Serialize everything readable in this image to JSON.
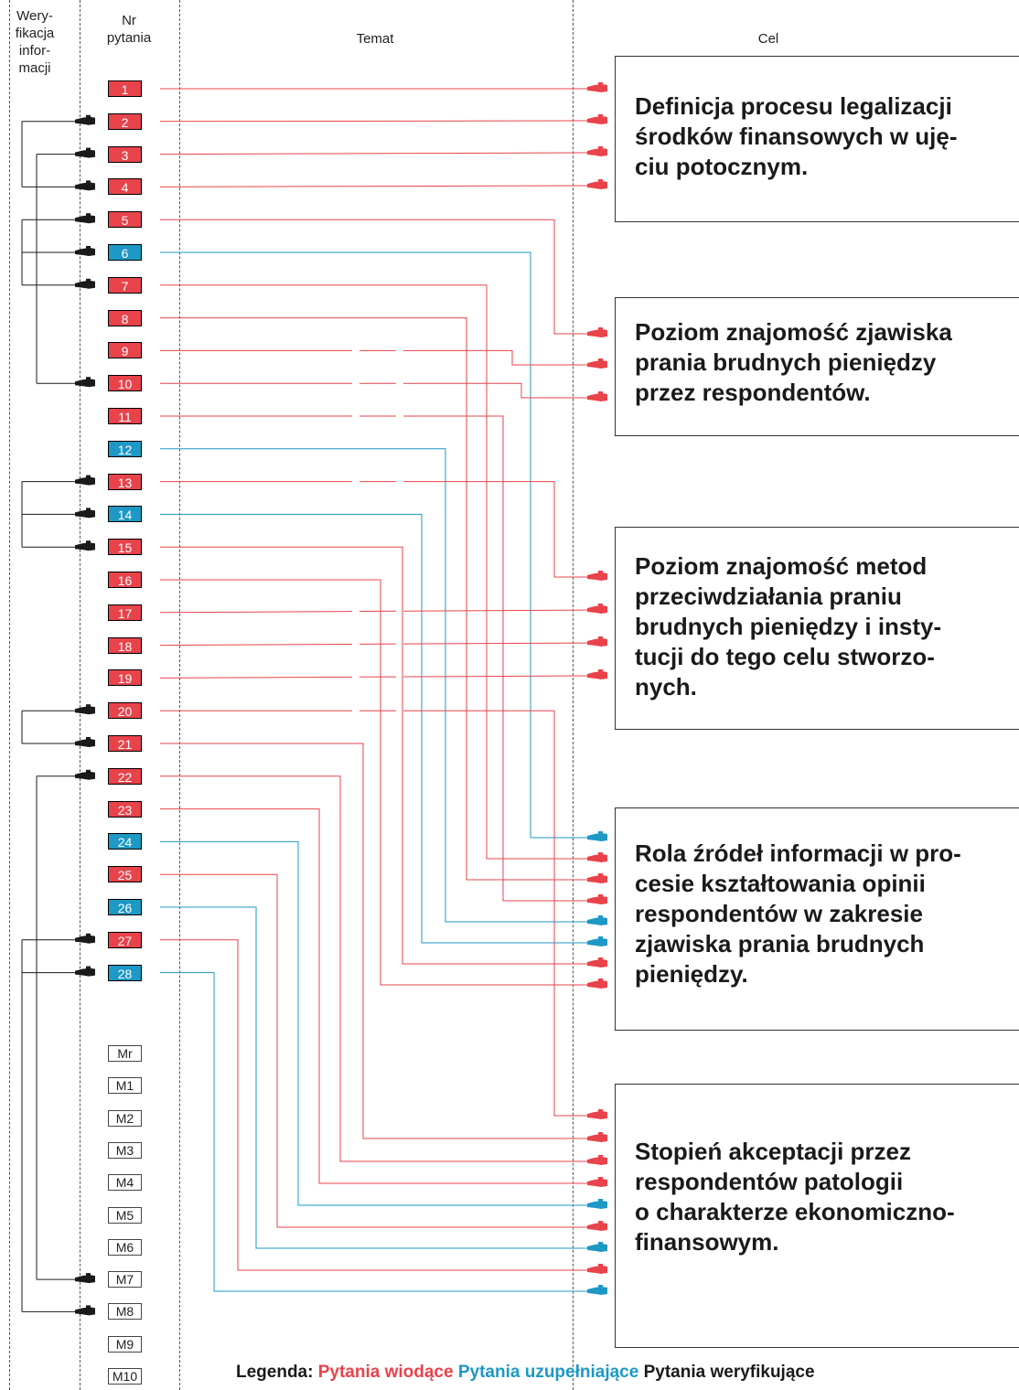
{
  "headers": {
    "verification": "Wery-\nfikacja\ninfor-\nmacji",
    "question_no": "Nr\npytania",
    "topic": "Temat",
    "goal": "Cel"
  },
  "questions": [
    {
      "n": "1",
      "type": "lead"
    },
    {
      "n": "2",
      "type": "lead"
    },
    {
      "n": "3",
      "type": "lead"
    },
    {
      "n": "4",
      "type": "lead"
    },
    {
      "n": "5",
      "type": "lead"
    },
    {
      "n": "6",
      "type": "supp"
    },
    {
      "n": "7",
      "type": "lead"
    },
    {
      "n": "8",
      "type": "lead"
    },
    {
      "n": "9",
      "type": "lead"
    },
    {
      "n": "10",
      "type": "lead"
    },
    {
      "n": "11",
      "type": "lead"
    },
    {
      "n": "12",
      "type": "supp"
    },
    {
      "n": "13",
      "type": "lead"
    },
    {
      "n": "14",
      "type": "supp"
    },
    {
      "n": "15",
      "type": "lead"
    },
    {
      "n": "16",
      "type": "lead"
    },
    {
      "n": "17",
      "type": "lead"
    },
    {
      "n": "18",
      "type": "lead"
    },
    {
      "n": "19",
      "type": "lead"
    },
    {
      "n": "20",
      "type": "lead"
    },
    {
      "n": "21",
      "type": "lead"
    },
    {
      "n": "22",
      "type": "lead"
    },
    {
      "n": "23",
      "type": "lead"
    },
    {
      "n": "24",
      "type": "supp"
    },
    {
      "n": "25",
      "type": "lead"
    },
    {
      "n": "26",
      "type": "supp"
    },
    {
      "n": "27",
      "type": "lead"
    },
    {
      "n": "28",
      "type": "supp"
    }
  ],
  "metrics": [
    "Mr",
    "M1",
    "M2",
    "M3",
    "M4",
    "M5",
    "M6",
    "M7",
    "M8",
    "M9",
    "M10"
  ],
  "goals": [
    "Definicja procesu legalizacji\nśrodków finansowych w uję-\nciu potocznym.",
    "Poziom znajomość zjawiska\nprania brudnych pieniędzy\nprzez respondentów.",
    "Poziom znajomość metod\nprzeciwdziałania praniu\nbrudnych pieniędzy i insty-\ntucji do tego celu stworzo-\nnych.",
    "Rola źródeł informacji w pro-\ncesie kształtowania  opinii\nrespondentów w zakresie\nzjawiska prania brudnych\npieniędzy.",
    "Stopień akceptacji przez\nrespondentów patologii\no charakterze ekonomiczno-\nfinansowym."
  ],
  "legend": {
    "prefix": "Legenda:",
    "lead": "Pytania wiodące",
    "supp": "Pytania uzupełniające",
    "verify": "Pytania weryfikujące"
  },
  "colors": {
    "lead": "#e8434b",
    "supp": "#1e98c4",
    "verify": "#1a1a1a",
    "line": "#e8434b",
    "line_supp": "#1e98c4"
  }
}
